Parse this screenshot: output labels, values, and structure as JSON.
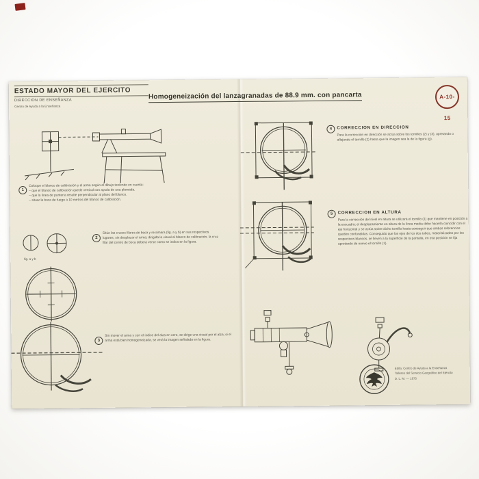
{
  "colors": {
    "paper": "#eee9d9",
    "ink": "#45443a",
    "badge_red": "#8a2c20",
    "corner_mark_red": "#8c231c"
  },
  "document": {
    "header": {
      "org": "ESTADO MAYOR DEL EJERCITO",
      "dept": "DIRECCION DE ENSEÑANZA",
      "sub": "Centro de Ayuda a la Enseñanza"
    },
    "title": "Homogeneización del lanzagranadas de 88.9 mm. con pancarta",
    "badge": "A-10-15",
    "fig_label": "fig. a y b",
    "steps": [
      {
        "num": "1",
        "text": "Coloque el blanco de calibración y el arma según el dibujo teniendo en cuenta:\n– que el blanco de calibración quede vertical con ayuda de una plomada.\n– que la línea de puntería resulte perpendicular al plano del blanco.\n– situar la boca de fuego a 10 metros del blanco de calibración."
      },
      {
        "num": "2",
        "text": "Sitúe las cruces filares de boca y recámara (fig. a y b) en sus respectivos lugares, sin desplazar el arma; dirigida la visual al blanco de calibración, la cruz filar del centro de boca deberá verse como se indica en la figura."
      },
      {
        "num": "3",
        "text": "Sin mover el arma y con el índice del alza en cero, se dirige una visual por el alza; si el arma está bien homogeneizada, se verá la imagen señalada en la figura."
      },
      {
        "num": "4",
        "heading": "CORRECCION EN DIRECCION",
        "text": "Para la corrección en dirección se actúa sobre los tornillos (2) y (3), apretando o aflojando el tornillo (2) hasta que la imagen sea la de la figura (g)."
      },
      {
        "num": "5",
        "heading": "CORRECCION EN ALTURA",
        "text": "Para la corrección del nivel en altura se utilizará el tornillo (1) que mantiene en posición a la escuadra; el desplazamiento en altura de la línea media debe hacerla coincidir con el eje horizontal y se actúa sobre dicho tornillo hasta conseguir que ambas referencias queden confundidas. Conseguido que los ejes de los dos tubos, materializados por los respectivos blancos, se lleven a la superficie de la pantalla, en esa posición se fija apretando de nuevo el tornillo (1)."
      }
    ],
    "imprint": [
      "Edita: Centro de Ayuda a la Enseñanza",
      "Talleres del Servicio Geográfico del Ejército",
      "D. L. M. — 1975"
    ]
  }
}
